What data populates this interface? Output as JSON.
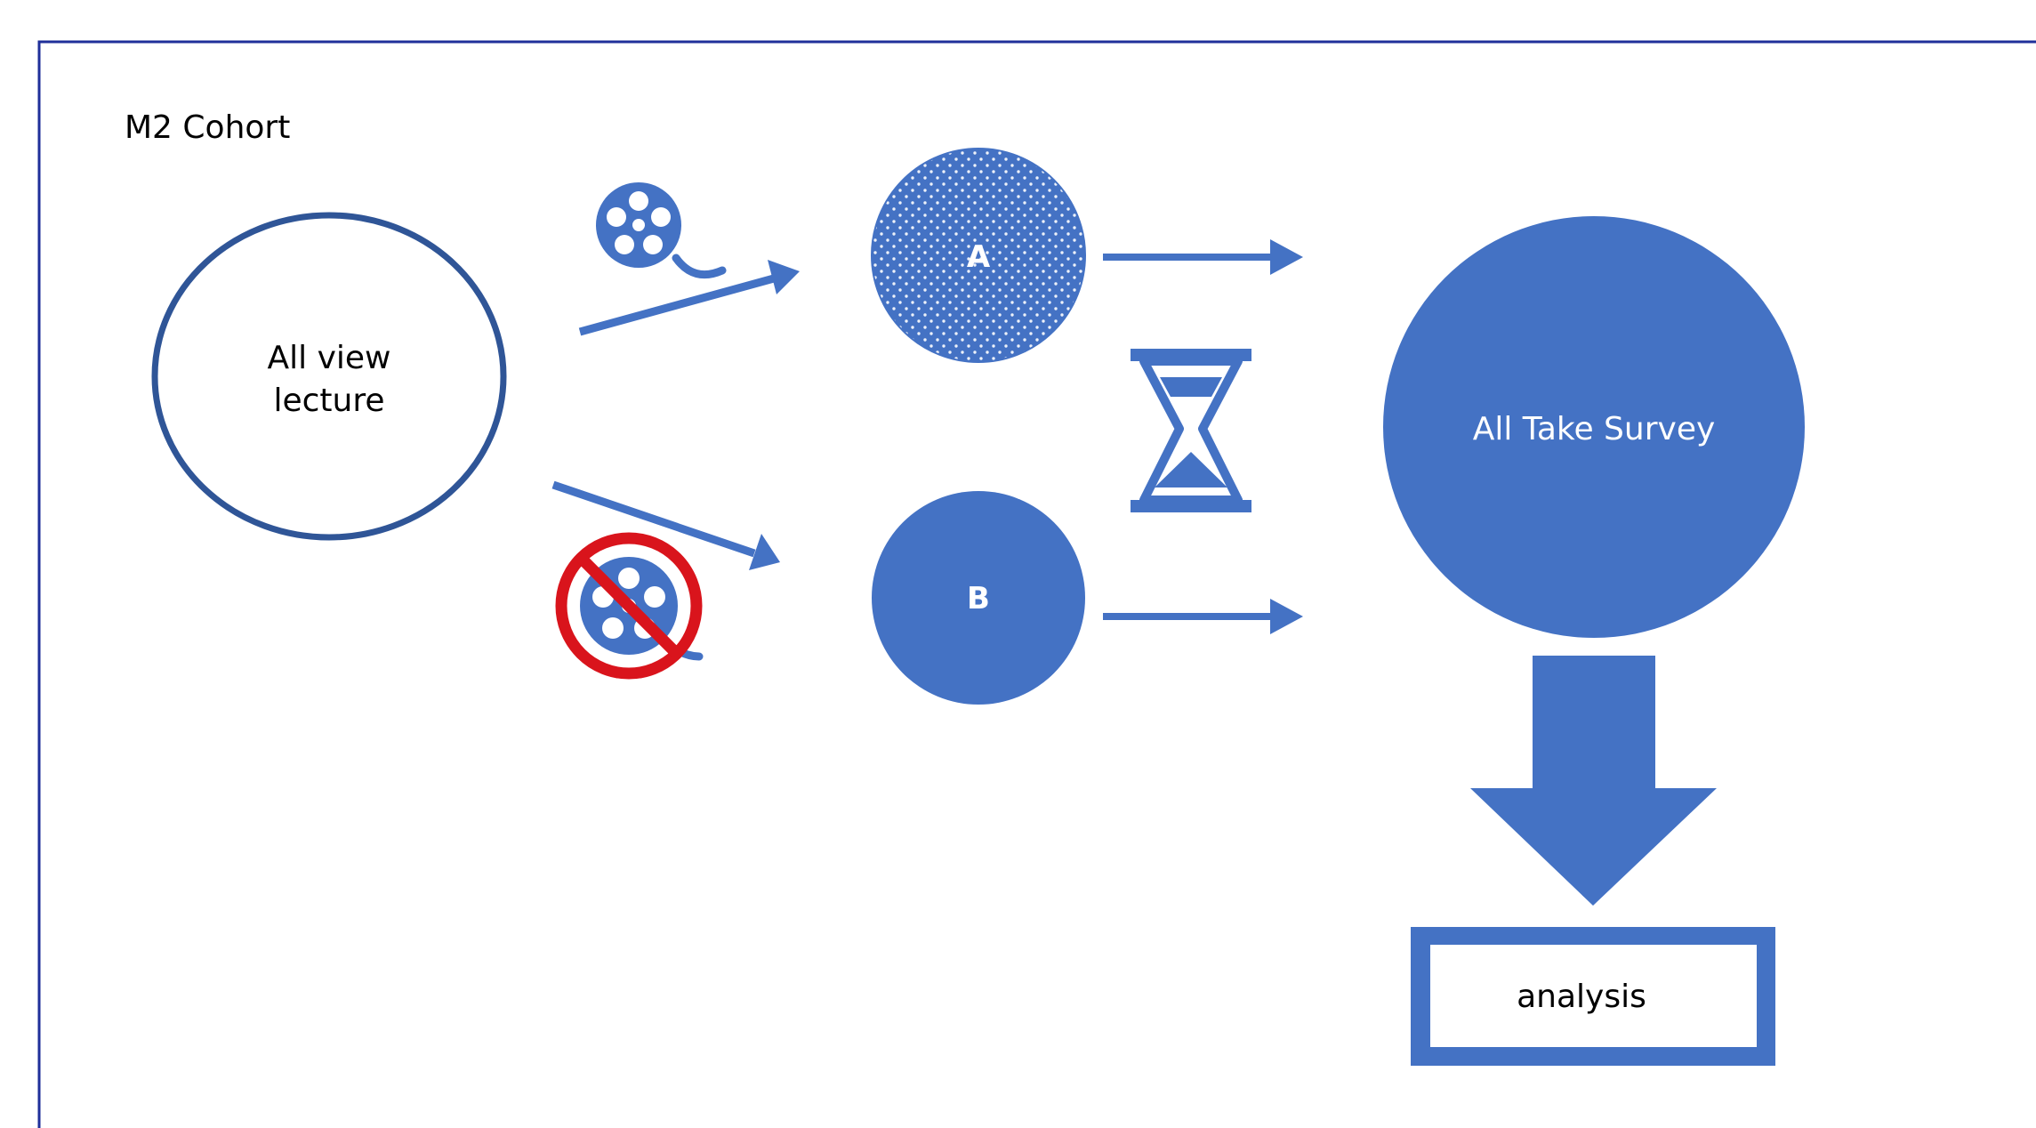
{
  "diagram": {
    "cohort_label": "M2 Cohort",
    "start_node": {
      "line1": "All view",
      "line2": "lecture"
    },
    "group_a": {
      "label": "A"
    },
    "group_b": {
      "label": "B"
    },
    "survey_node": {
      "label": "All Take Survey"
    },
    "analysis_node": {
      "label": "analysis"
    },
    "icons": {
      "film_reel": "film-reel-icon",
      "no_film_reel": "no-film-reel-icon",
      "hourglass": "hourglass-icon"
    },
    "colors": {
      "primary": "#4472C4",
      "dark_outline": "#2F5597",
      "frame": "#1F2F9A",
      "prohibition": "#D9141C",
      "white": "#FFFFFF",
      "text": "#000000"
    }
  }
}
